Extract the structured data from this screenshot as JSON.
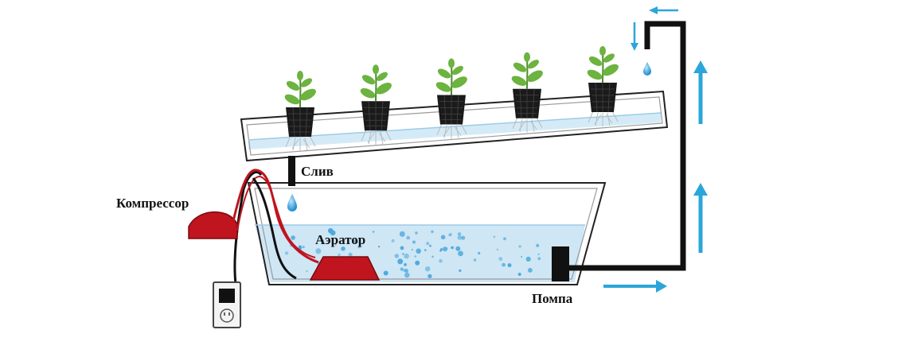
{
  "labels": {
    "drain": "Слив",
    "compressor": "Компрессор",
    "aerator": "Аэратор",
    "pump": "Помпа"
  },
  "colors": {
    "water": "#cfe6f5",
    "bubble": "#4aa8dd",
    "pipe": "#111111",
    "red": "#c0141e",
    "arrow": "#2aa6da",
    "leaf": "#6cb33f",
    "pot": "#1a1a1a"
  },
  "icons": [
    "plant-icon",
    "compressor-icon",
    "aerator-icon",
    "pump-icon",
    "power-outlet-icon",
    "water-drop-icon",
    "flow-arrow-icon"
  ],
  "plants_count": 5
}
